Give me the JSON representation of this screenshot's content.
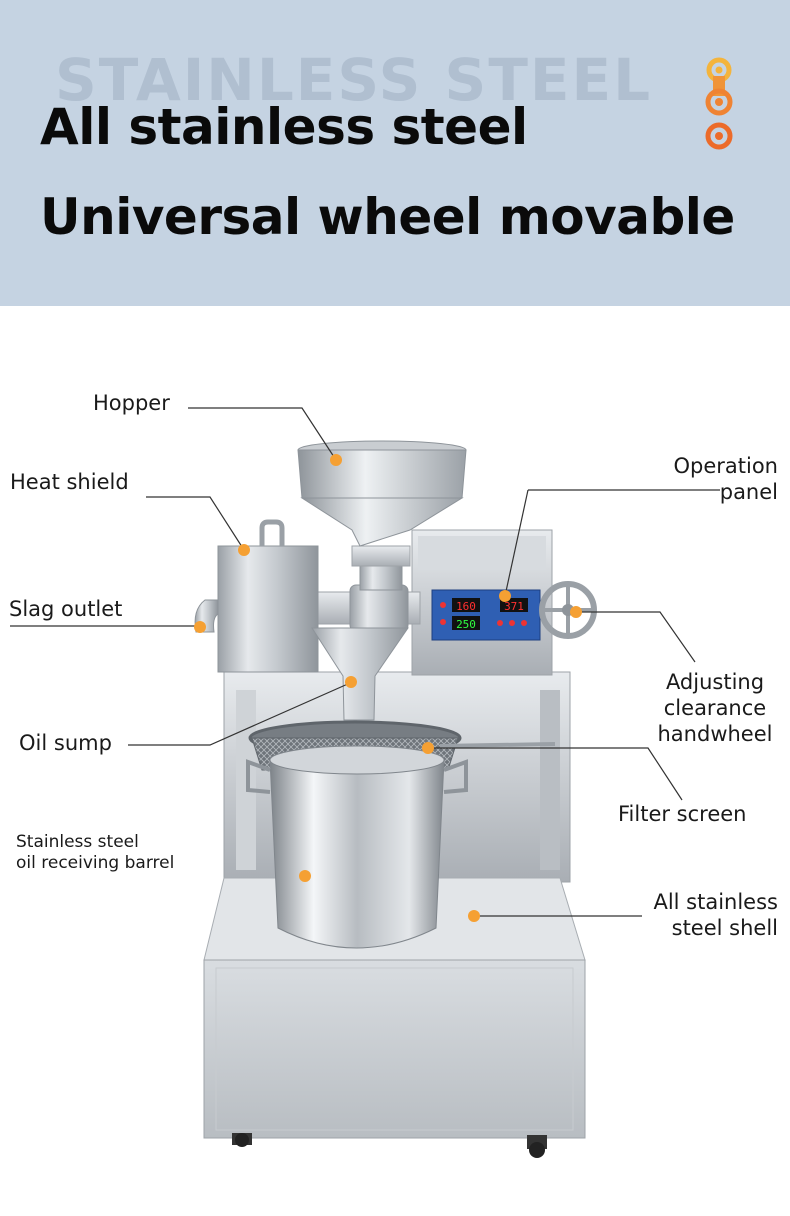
{
  "header": {
    "watermark": "STAINLESS STEEL",
    "line1": "All stainless steel",
    "line2": "Universal wheel movable"
  },
  "panel": {
    "temp_value": "160",
    "set_value": "250",
    "speed_value": "371"
  },
  "labels": {
    "hopper": "Hopper",
    "heat_shield": "Heat shield",
    "slag_outlet": "Slag outlet",
    "oil_sump": "Oil sump",
    "barrel_line1": "Stainless steel",
    "barrel_line2": "oil receiving barrel",
    "operation_line1": "Operation",
    "operation_line2": "panel",
    "handwheel_line1": "Adjusting",
    "handwheel_line2": "clearance",
    "handwheel_line3": "handwheel",
    "filter_screen": "Filter screen",
    "shell_line1": "All stainless",
    "shell_line2": "steel shell"
  },
  "colors": {
    "header_bg": "#c5d3e2",
    "accent_orange": "#f5a033"
  }
}
